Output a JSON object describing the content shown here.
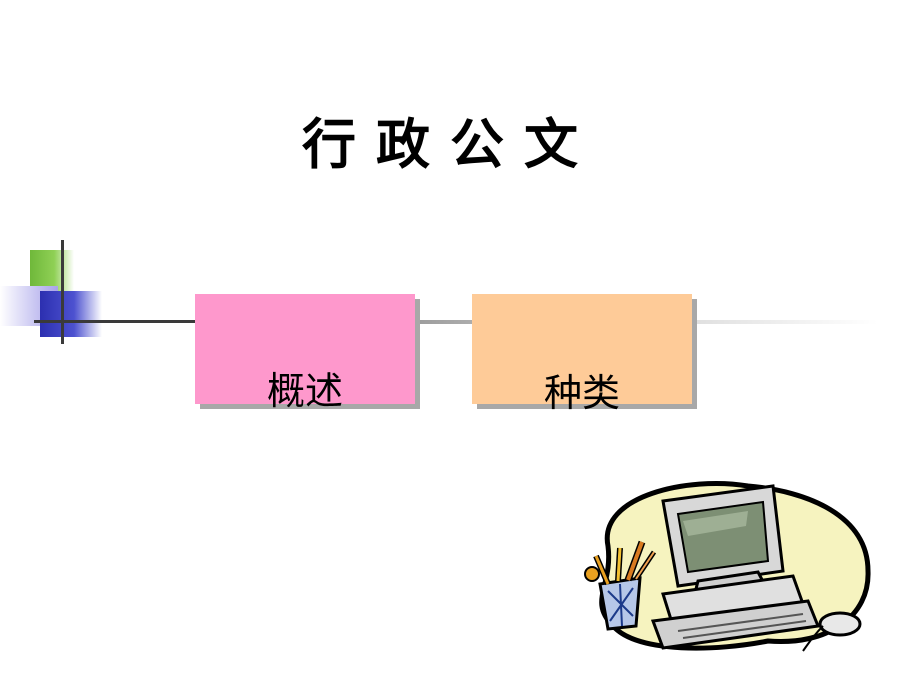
{
  "slide": {
    "title": "行政公文",
    "boxes": [
      {
        "label": "概述",
        "color": "#fe98cc"
      },
      {
        "label": "种类",
        "color": "#fecb98"
      }
    ]
  },
  "decor": {
    "corner_colors": [
      "#6fb83a",
      "#2c2fb0",
      "#a9a3ea"
    ],
    "clipart": "computer-with-pencil-cup-icon"
  }
}
